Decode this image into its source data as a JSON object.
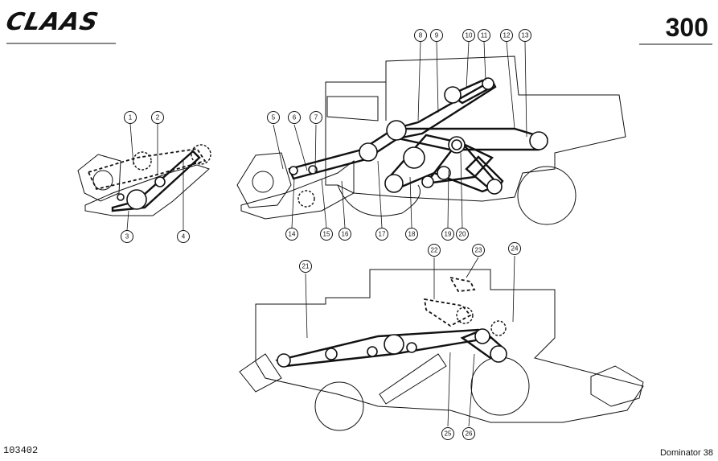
{
  "header": {
    "logo_text": "CLAAS",
    "page_number": "300"
  },
  "footer": {
    "drawing_number": "103402",
    "model": "Dominator 38"
  },
  "callouts": [
    "1",
    "2",
    "3",
    "4",
    "5",
    "6",
    "7",
    "8",
    "9",
    "10",
    "11",
    "12",
    "13",
    "14",
    "15",
    "16",
    "17",
    "18",
    "19",
    "20",
    "21",
    "22",
    "23",
    "24",
    "25",
    "26"
  ],
  "colors": {
    "ink": "#111111",
    "paper": "#ffffff"
  }
}
